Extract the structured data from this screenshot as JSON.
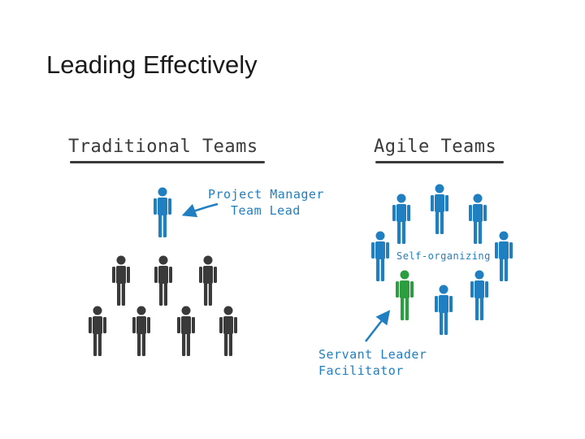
{
  "slide": {
    "title": "Leading Effectively"
  },
  "traditional": {
    "heading": "Traditional Teams",
    "label_line1": "Project Manager",
    "label_line2": "Team Lead"
  },
  "agile": {
    "heading": "Agile Teams",
    "center_label": "Self-organizing",
    "label_line1": "Servant Leader",
    "label_line2": "Facilitator"
  },
  "colors": {
    "leader_blue": "#1f7fc0",
    "member_gray": "#3a3a3a",
    "facilitator_green": "#2c9e3f",
    "ink": "#3a3a3a"
  }
}
